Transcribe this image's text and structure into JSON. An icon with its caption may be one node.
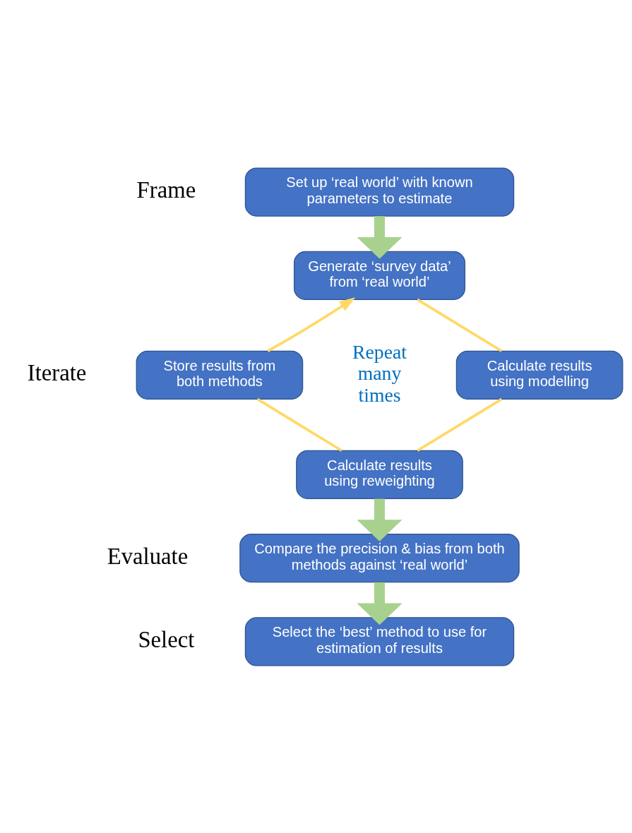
{
  "diagram": {
    "nodes": [
      {
        "text": [
          "Set up ‘real world’ with known parameters to estimate"
        ]
      },
      {
        "text": [
          "Generate ‘survey data’ from ‘real world’"
        ]
      },
      {
        "text": [
          "Store results from both methods"
        ]
      },
      {
        "text": [
          "Calculate results using modelling"
        ]
      },
      {
        "text": [
          "Calculate results using reweighting"
        ]
      },
      {
        "text": [
          "Compare the precision & bias from both methods against ‘real world’"
        ]
      },
      {
        "text": [
          "Select the ‘best’ method to use for estimation of results"
        ]
      }
    ],
    "edges": [
      {
        "from": 0,
        "to": 1,
        "arrow": "to",
        "style": "thick"
      },
      {
        "from": 1,
        "to": 3,
        "arrow": "none",
        "color": "#ffd966"
      },
      {
        "from": 3,
        "to": 4,
        "arrow": "none",
        "color": "#ffd966"
      },
      {
        "from": 4,
        "to": 2,
        "arrow": "none",
        "color": "#ffd966"
      },
      {
        "from": 2,
        "to": 1,
        "arrow": "to",
        "color": "#ffd966"
      },
      {
        "from": 4,
        "to": 5,
        "arrow": "to",
        "style": "thick"
      },
      {
        "from": 5,
        "to": 6,
        "arrow": "to",
        "style": "thick"
      }
    ],
    "labels": [
      "Frame",
      "Repeat many times",
      "Iterate",
      "Evaluate",
      "Select"
    ]
  }
}
